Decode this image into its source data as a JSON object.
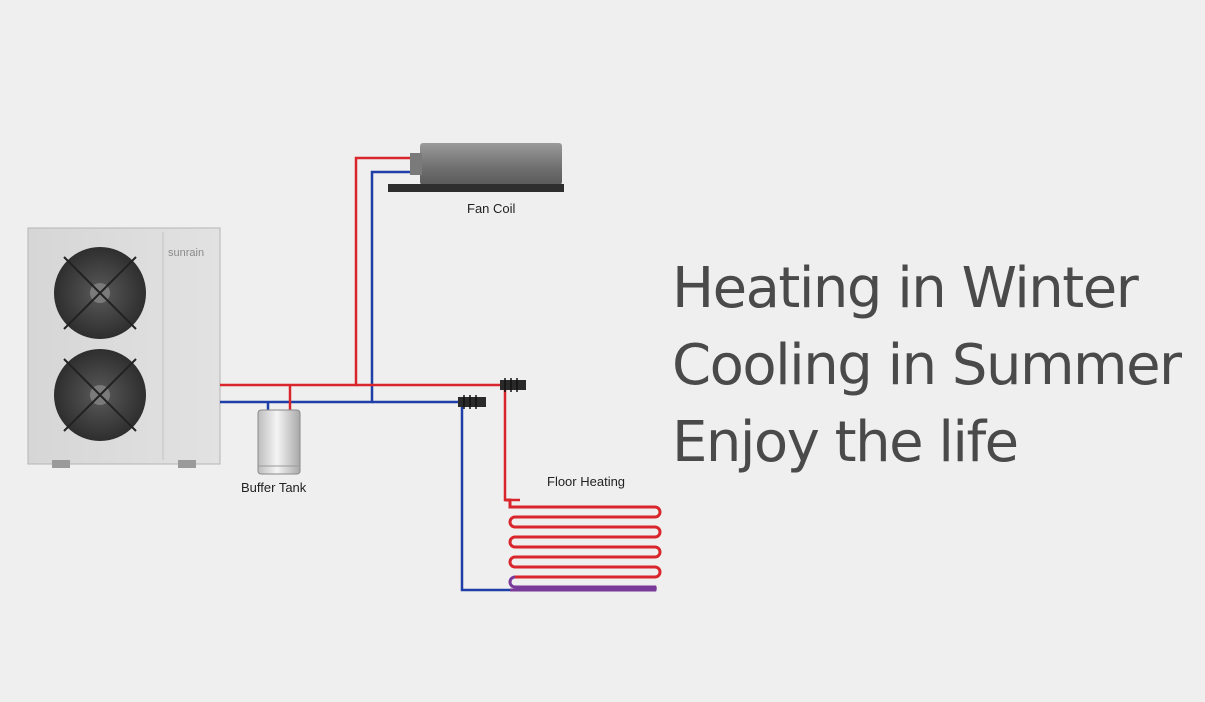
{
  "labels": {
    "fan_coil": "Fan Coil",
    "buffer_tank": "Buffer Tank",
    "floor_heating": "Floor Heating"
  },
  "unit_brand": "sunrain",
  "headline": [
    "Heating in Winter",
    "Cooling in Summer",
    "Enjoy the life"
  ],
  "colors": {
    "background": "#efefef",
    "hot_pipe": "#d8262c",
    "cold_pipe": "#1f3fa8",
    "text": "#4a4a4a"
  }
}
